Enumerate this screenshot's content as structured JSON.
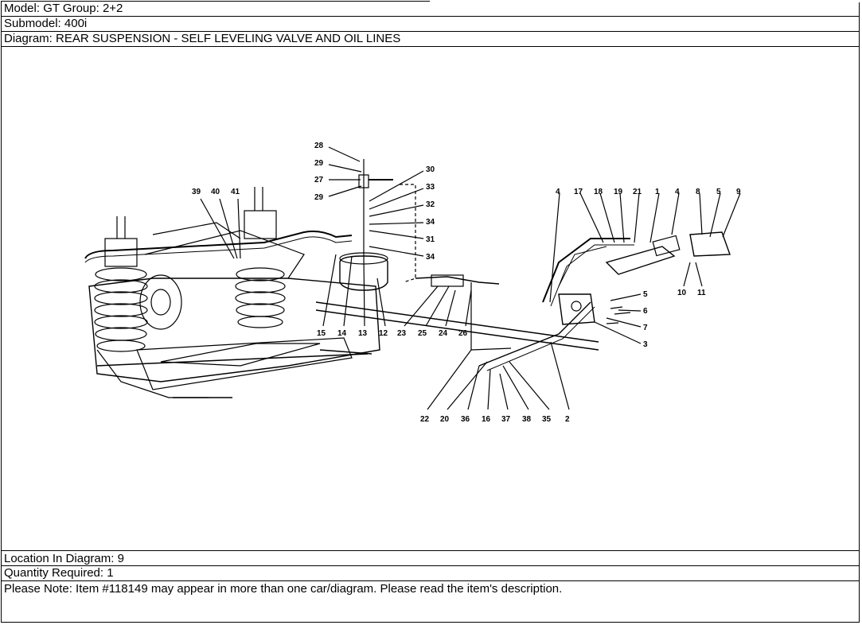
{
  "header": {
    "model": "Model: GT Group: 2+2",
    "submodel": "Submodel: 400i",
    "diagram": "Diagram: REAR SUSPENSION - SELF LEVELING VALVE AND OIL LINES"
  },
  "footer": {
    "location": "Location In Diagram: 9",
    "quantity": "Quantity Required: 1",
    "note": "Please Note: Item #118149 may appear in more than one car/diagram. Please read the item's description."
  },
  "callouts": {
    "c28": "28",
    "c29a": "29",
    "c27": "27",
    "c29b": "29",
    "c30": "30",
    "c33": "33",
    "c32": "32",
    "c34a": "34",
    "c31": "31",
    "c34b": "34",
    "c39": "39",
    "c40": "40",
    "c41": "41",
    "c15": "15",
    "c14": "14",
    "c13": "13",
    "c12": "12",
    "c23": "23",
    "c25": "25",
    "c24": "24",
    "c26": "26",
    "c22": "22",
    "c20": "20",
    "c36": "36",
    "c16": "16",
    "c37": "37",
    "c38": "38",
    "c35": "35",
    "c2": "2",
    "c4a": "4",
    "c17": "17",
    "c18": "18",
    "c19": "19",
    "c21": "21",
    "c1": "1",
    "c4b": "4",
    "c8": "8",
    "c5a": "5",
    "c9": "9",
    "c10": "10",
    "c11": "11",
    "c5b": "5",
    "c6": "6",
    "c7": "7",
    "c3": "3"
  }
}
